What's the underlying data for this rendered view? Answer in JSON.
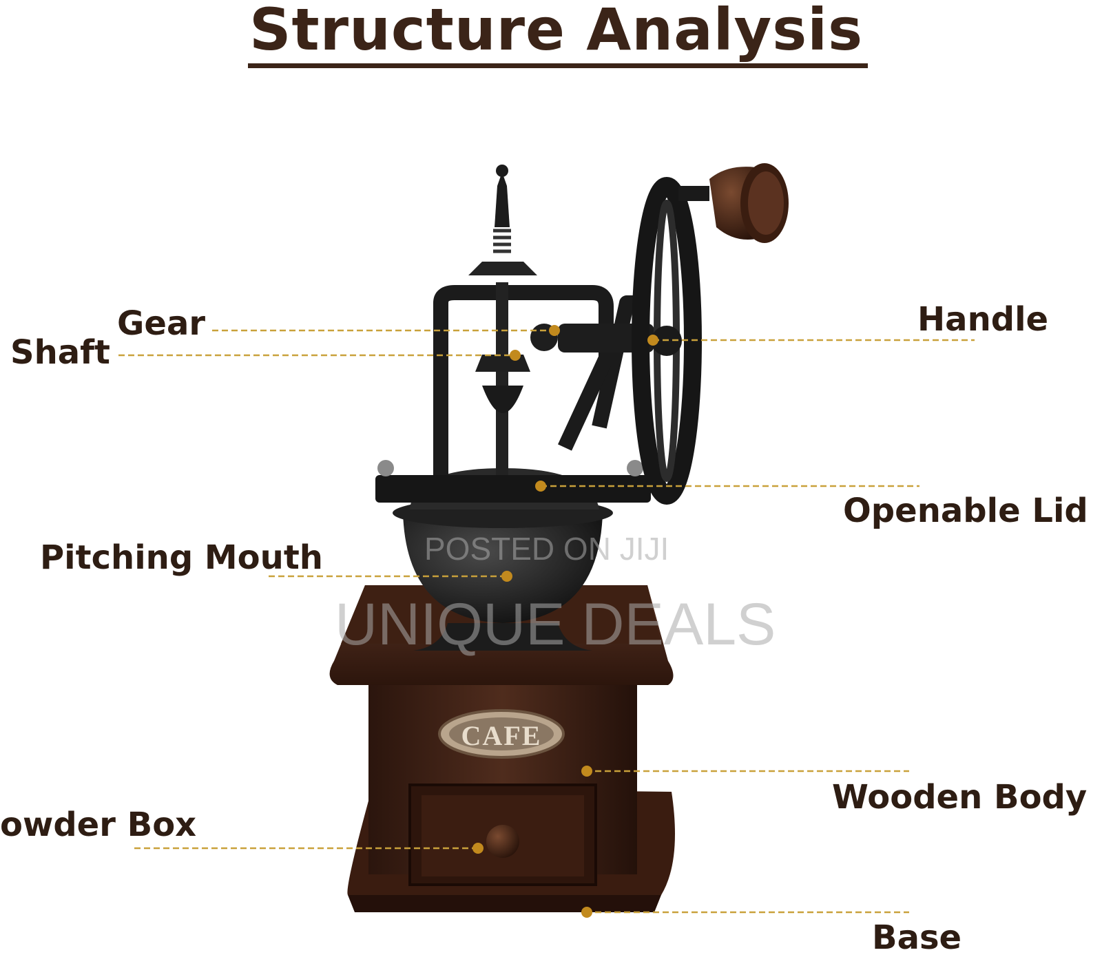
{
  "header": {
    "title": "Structure Analysis"
  },
  "parts": {
    "gear": "Gear",
    "shaft": "Shaft",
    "handle": "Handle",
    "openable_lid": "Openable Lid",
    "pitching_mouth": "Pitching Mouth",
    "wooden_body": "Wooden Body",
    "powder_box": "owder Box",
    "base": "Base"
  },
  "plate": {
    "text": "CAFE"
  },
  "watermarks": {
    "posted": "POSTED ON JIJI",
    "seller": "UNIQUE DEALS"
  },
  "colors": {
    "leader": "#c9a13b",
    "dot": "#c28a1e",
    "iron": "#1e1e1e",
    "wood": "#4a2a1c",
    "title": "#3b2418"
  }
}
